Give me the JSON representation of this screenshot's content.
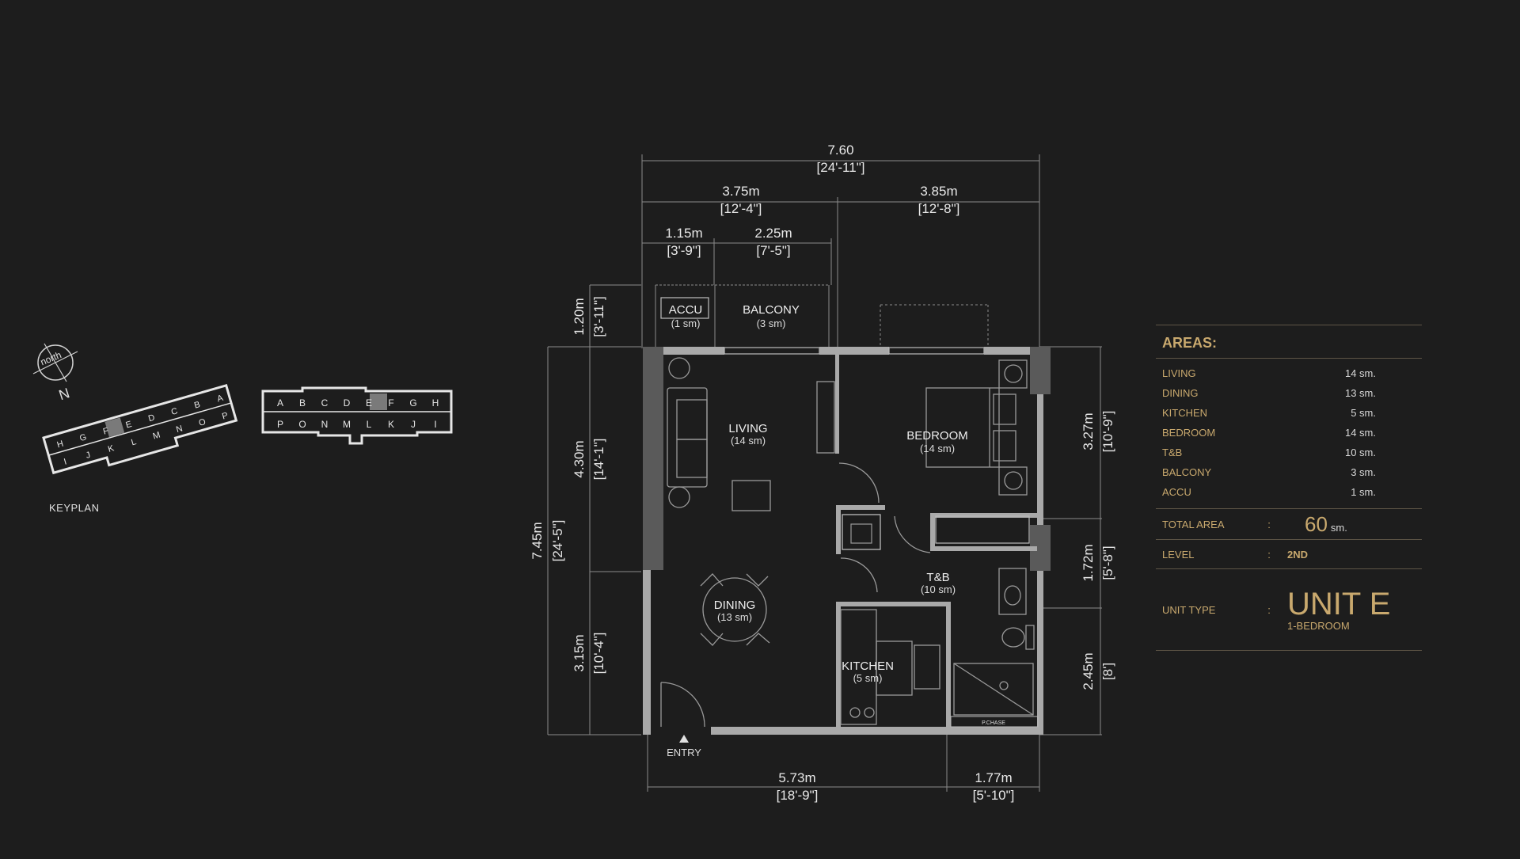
{
  "dimensions": {
    "overall_width": "7.60",
    "overall_width_imperial": "[24'-11\"]",
    "left_width": "3.75m",
    "left_width_imperial": "[12'-4\"]",
    "right_width": "3.85m",
    "right_width_imperial": "[12'-8\"]",
    "accu_width": "1.15m",
    "accu_width_imperial": "[3'-9\"]",
    "balcony_width": "2.25m",
    "balcony_width_imperial": "[7'-5\"]",
    "balcony_depth": "1.20m",
    "balcony_depth_imperial": "[3'-11\"]",
    "overall_depth": "7.45m",
    "overall_depth_imperial": "[24'-5\"]",
    "living_depth": "4.30m",
    "living_depth_imperial": "[14'-1\"]",
    "dining_depth": "3.15m",
    "dining_depth_imperial": "[10'-4\"]",
    "bedroom_depth": "3.27m",
    "bedroom_depth_imperial": "[10'-9\"]",
    "tb_depth": "1.72m",
    "tb_depth_imperial": "[5'-8\"]",
    "lower_depth": "2.45m",
    "lower_depth_imperial": "[8']",
    "bottom_left": "5.73m",
    "bottom_left_imperial": "[18'-9\"]",
    "bottom_right": "1.77m",
    "bottom_right_imperial": "[5'-10\"]"
  },
  "rooms": {
    "accu": {
      "name": "ACCU",
      "area": "(1 sm)"
    },
    "balcony": {
      "name": "BALCONY",
      "area": "(3 sm)"
    },
    "living": {
      "name": "LIVING",
      "area": "(14 sm)"
    },
    "bedroom": {
      "name": "BEDROOM",
      "area": "(14 sm)"
    },
    "tb": {
      "name": "T&B",
      "area": "(10 sm)"
    },
    "dining": {
      "name": "DINING",
      "area": "(13 sm)"
    },
    "kitchen": {
      "name": "KITCHEN",
      "area": "(5 sm)"
    },
    "entry": "ENTRY",
    "pipe_chase": "P.CHASE"
  },
  "keyplan": {
    "label": "KEYPLAN",
    "north": "north",
    "north_letter": "N",
    "left_top_units": [
      "H",
      "G",
      "F",
      "E",
      "D",
      "C",
      "B",
      "A"
    ],
    "left_bottom_units": [
      "I",
      "J",
      "K",
      "L",
      "M",
      "N",
      "O",
      "P"
    ],
    "right_top_units": [
      "A",
      "B",
      "C",
      "D",
      "E",
      "F",
      "G",
      "H"
    ],
    "right_bottom_units": [
      "P",
      "O",
      "N",
      "M",
      "L",
      "K",
      "J",
      "I"
    ]
  },
  "areas": {
    "title": "AREAS:",
    "items": [
      {
        "name": "LIVING",
        "value": "14 sm."
      },
      {
        "name": "DINING",
        "value": "13 sm."
      },
      {
        "name": "KITCHEN",
        "value": "5 sm."
      },
      {
        "name": "BEDROOM",
        "value": "14 sm."
      },
      {
        "name": "T&B",
        "value": "10 sm."
      },
      {
        "name": "BALCONY",
        "value": "3 sm."
      },
      {
        "name": "ACCU",
        "value": "1 sm."
      }
    ],
    "total_label": "TOTAL AREA",
    "colon": ":",
    "total_value": "60",
    "total_unit": "sm.",
    "level_label": "LEVEL",
    "level_value": "2ND",
    "unit_type_label": "UNIT TYPE",
    "unit_type_value": "UNIT E",
    "unit_type_sub": "1-BEDROOM"
  },
  "colors": {
    "background": "#1d1d1d",
    "accent_gold": "#c9a96e",
    "wall": "#a9a9a9",
    "dark_column": "#5a5a5a"
  }
}
